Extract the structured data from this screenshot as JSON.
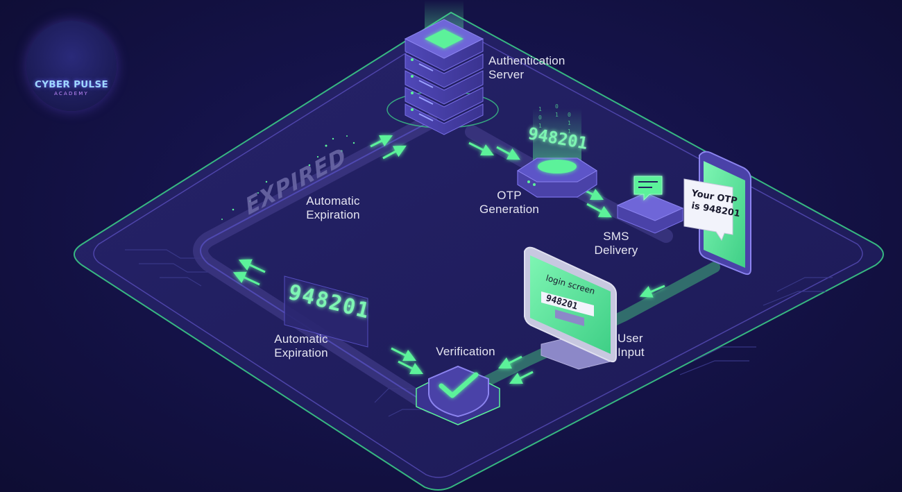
{
  "logo": {
    "title": "CYBER PULSE",
    "subtitle": "ACADEMY"
  },
  "labels": {
    "auth_server": [
      "Authentication",
      "Server"
    ],
    "otp_generation": [
      "OTP",
      "Generation"
    ],
    "sms_delivery": [
      "SMS",
      "Delivery"
    ],
    "user_input": [
      "User",
      "Input"
    ],
    "verification": "Verification",
    "auto_expiration_top": [
      "Automatic",
      "Expiration"
    ],
    "auto_expiration_bottom": [
      "Automatic",
      "Expiration"
    ]
  },
  "expired_text": "EXPIRED",
  "otp_code": "948201",
  "otp_float_code": "948201",
  "phone_message": [
    "Your OTP",
    "is 948201"
  ],
  "monitor": {
    "title": "login screen",
    "code": "948201"
  },
  "colors": {
    "accent_green": "#5cf29a",
    "platform": "#22205e",
    "purple": "#6a5ed8",
    "track": "#3b3680"
  }
}
